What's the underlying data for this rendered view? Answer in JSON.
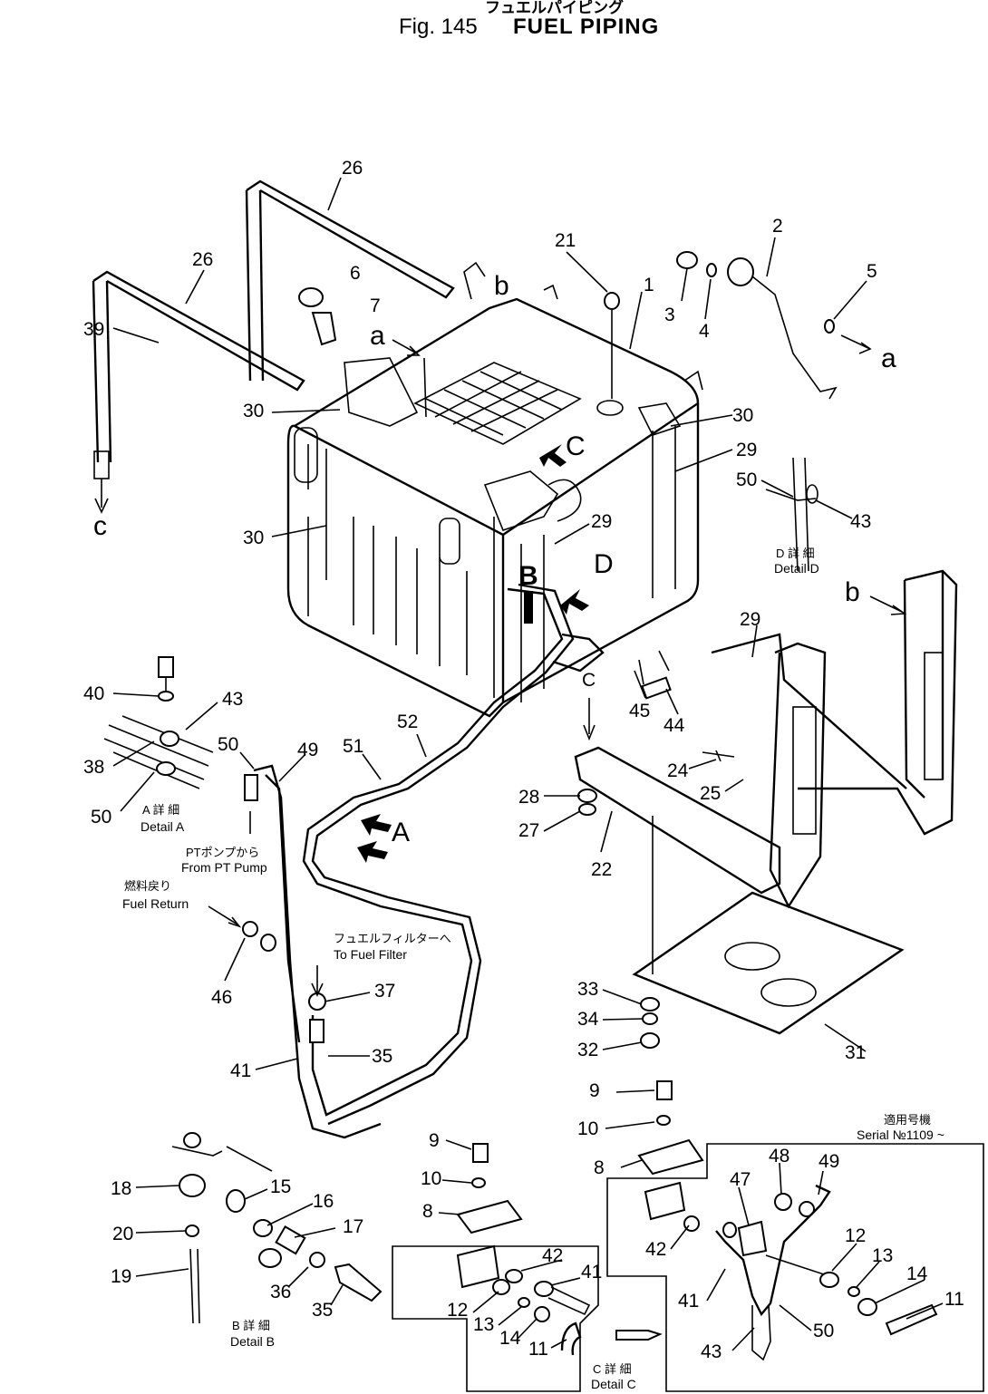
{
  "title": {
    "japanese": "フュエルパイピング",
    "fig": "Fig. 145",
    "name": "FUEL PIPING"
  },
  "parts": [
    {
      "id": "p1",
      "text": "1"
    },
    {
      "id": "p2",
      "text": "2"
    },
    {
      "id": "p3",
      "text": "3"
    },
    {
      "id": "p4",
      "text": "4"
    },
    {
      "id": "p5",
      "text": "5"
    },
    {
      "id": "p6",
      "text": "6"
    },
    {
      "id": "p7",
      "text": "7"
    },
    {
      "id": "p21",
      "text": "21"
    },
    {
      "id": "p26a",
      "text": "26"
    },
    {
      "id": "p26b",
      "text": "26"
    },
    {
      "id": "p30a",
      "text": "30"
    },
    {
      "id": "p30b",
      "text": "30"
    },
    {
      "id": "p30c",
      "text": "30"
    },
    {
      "id": "p29a",
      "text": "29"
    },
    {
      "id": "p29b",
      "text": "29"
    },
    {
      "id": "p29c",
      "text": "29"
    },
    {
      "id": "p50a",
      "text": "50"
    },
    {
      "id": "p43a",
      "text": "43"
    },
    {
      "id": "p45",
      "text": "45"
    },
    {
      "id": "p44",
      "text": "44"
    },
    {
      "id": "p39",
      "text": "39"
    },
    {
      "id": "p40",
      "text": "40"
    },
    {
      "id": "p43b",
      "text": "43"
    },
    {
      "id": "p38",
      "text": "38"
    },
    {
      "id": "p50b",
      "text": "50"
    },
    {
      "id": "p50c",
      "text": "50"
    },
    {
      "id": "p49a",
      "text": "49"
    },
    {
      "id": "p51",
      "text": "51"
    },
    {
      "id": "p52",
      "text": "52"
    },
    {
      "id": "p28",
      "text": "28"
    },
    {
      "id": "p27",
      "text": "27"
    },
    {
      "id": "p22",
      "text": "22"
    },
    {
      "id": "p24",
      "text": "24"
    },
    {
      "id": "p25",
      "text": "25"
    },
    {
      "id": "p46",
      "text": "46"
    },
    {
      "id": "p37",
      "text": "37"
    },
    {
      "id": "p41a",
      "text": "41"
    },
    {
      "id": "p35a",
      "text": "35"
    },
    {
      "id": "p33",
      "text": "33"
    },
    {
      "id": "p34",
      "text": "34"
    },
    {
      "id": "p32",
      "text": "32"
    },
    {
      "id": "p31",
      "text": "31"
    },
    {
      "id": "p9a",
      "text": "9"
    },
    {
      "id": "p10a",
      "text": "10"
    },
    {
      "id": "p8a",
      "text": "8"
    },
    {
      "id": "p48",
      "text": "48"
    },
    {
      "id": "p47",
      "text": "47"
    },
    {
      "id": "p49b",
      "text": "49"
    },
    {
      "id": "p42a",
      "text": "42"
    },
    {
      "id": "p12a",
      "text": "12"
    },
    {
      "id": "p13a",
      "text": "13"
    },
    {
      "id": "p14a",
      "text": "14"
    },
    {
      "id": "p41b",
      "text": "41"
    },
    {
      "id": "p11a",
      "text": "11"
    },
    {
      "id": "p50d",
      "text": "50"
    },
    {
      "id": "p43c",
      "text": "43"
    },
    {
      "id": "p9b",
      "text": "9"
    },
    {
      "id": "p10b",
      "text": "10"
    },
    {
      "id": "p8b",
      "text": "8"
    },
    {
      "id": "p42b",
      "text": "42"
    },
    {
      "id": "p41c",
      "text": "41"
    },
    {
      "id": "p12b",
      "text": "12"
    },
    {
      "id": "p13b",
      "text": "13"
    },
    {
      "id": "p14b",
      "text": "14"
    },
    {
      "id": "p11b",
      "text": "11"
    },
    {
      "id": "p18",
      "text": "18"
    },
    {
      "id": "p15",
      "text": "15"
    },
    {
      "id": "p16",
      "text": "16"
    },
    {
      "id": "p17",
      "text": "17"
    },
    {
      "id": "p20",
      "text": "20"
    },
    {
      "id": "p19",
      "text": "19"
    },
    {
      "id": "p36",
      "text": "36"
    },
    {
      "id": "p35b",
      "text": "35"
    }
  ],
  "refs": [
    {
      "id": "r_b1",
      "text": "b"
    },
    {
      "id": "r_a1",
      "text": "a"
    },
    {
      "id": "r_a2",
      "text": "a"
    },
    {
      "id": "r_c1",
      "text": "c"
    },
    {
      "id": "r_b2",
      "text": "b"
    },
    {
      "id": "r_c2",
      "text": "C"
    },
    {
      "id": "v_C",
      "text": "C"
    },
    {
      "id": "v_B",
      "text": "B"
    },
    {
      "id": "v_D",
      "text": "D"
    },
    {
      "id": "v_A",
      "text": "A"
    }
  ],
  "details": {
    "d_jp": "D 詳 細",
    "d_en": "Detail D",
    "a_jp": "A 詳 細",
    "a_en": "Detail A",
    "b_jp": "B 詳 細",
    "b_en": "Detail B",
    "c_jp": "C 詳 細",
    "c_en": "Detail C"
  },
  "annotations": {
    "pt_jp": "PTポンプから",
    "pt_en": "From PT Pump",
    "ret_jp": "燃料戻り",
    "ret_en": "Fuel Return",
    "filt_jp": "フュエルフィルターへ",
    "filt_en": "To Fuel Filter",
    "serial_jp": "適用号機",
    "serial_en": "Serial №1109 ~"
  }
}
